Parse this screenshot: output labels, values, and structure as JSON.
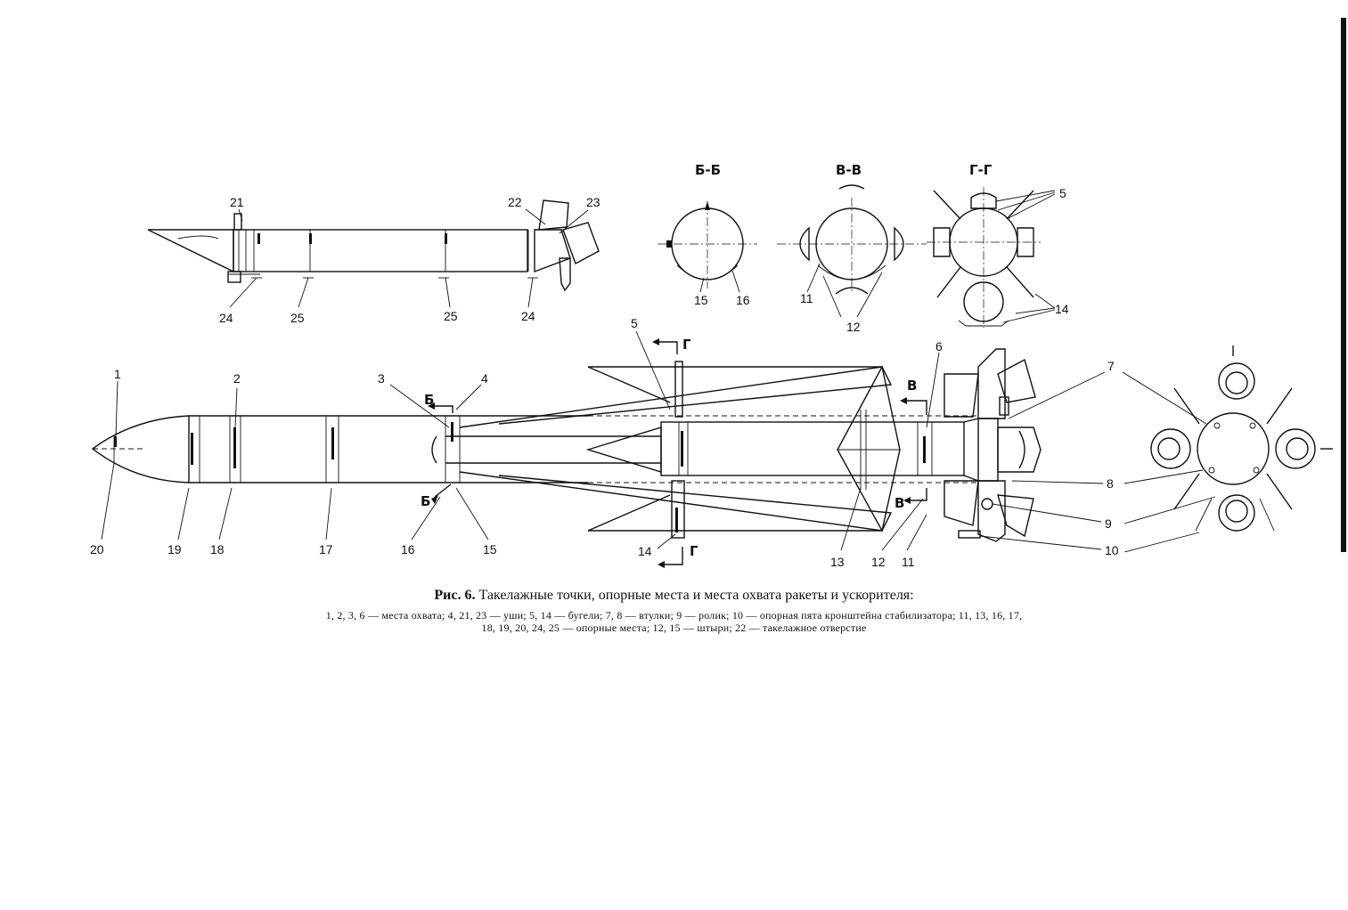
{
  "sections": {
    "bb": "Б-Б",
    "vv": "В-В",
    "gg": "Г-Г"
  },
  "top_view_labels": {
    "l21": "21",
    "l22": "22",
    "l23": "23",
    "l24a": "24",
    "l25a": "25",
    "l25b": "25",
    "l24b": "24"
  },
  "section_labels": {
    "l15": "15",
    "l16": "16",
    "l11": "11",
    "l12": "12",
    "l5": "5",
    "l14": "14"
  },
  "main_labels": {
    "l1": "1",
    "l2": "2",
    "l3": "3",
    "l4": "4",
    "l5": "5",
    "l6": "6",
    "l7": "7",
    "l8": "8",
    "l9": "9",
    "l10": "10",
    "l20": "20",
    "l19": "19",
    "l18": "18",
    "l17": "17",
    "l16": "16",
    "l15": "15",
    "l14": "14",
    "l13": "13",
    "l12": "12",
    "l11": "11",
    "cut_b_top": "Б",
    "cut_b_bot": "Б",
    "cut_v_top": "В",
    "cut_v_bot": "В",
    "cut_g_top": "Г",
    "cut_g_bot": "Г"
  },
  "caption": {
    "fig": "Рис. 6.",
    "title": "Такелажные точки, опорные места и места охвата ракеты и ускорителя:",
    "line1": "1, 2, 3, 6 — места охвата; 4, 21, 23 — уши; 5, 14 — бугели; 7, 8 — втулки; 9 — ролик; 10 — опорная пята кронштейна стабилизатора; 11, 13, 16, 17,",
    "line2": "18, 19, 20, 24, 25 — опорные места; 12, 15 — штыри; 22 — такелажное отверстие"
  }
}
